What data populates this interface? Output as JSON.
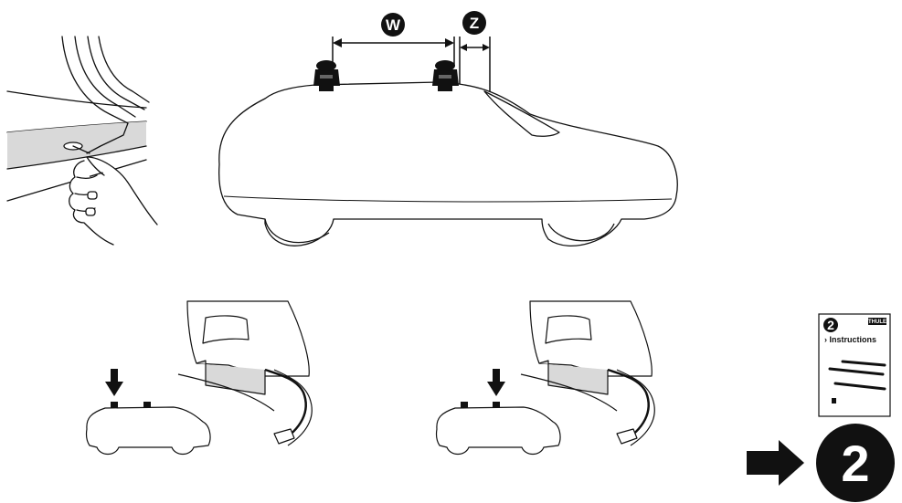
{
  "labels": {
    "w": "W",
    "z": "Z"
  },
  "booklet": {
    "step": "2",
    "title": "› Instructions",
    "brand": "THULE"
  },
  "next_step": {
    "number": "2"
  },
  "colors": {
    "ink": "#111111",
    "shade": "#d9d9d9",
    "paper": "#ffffff"
  }
}
